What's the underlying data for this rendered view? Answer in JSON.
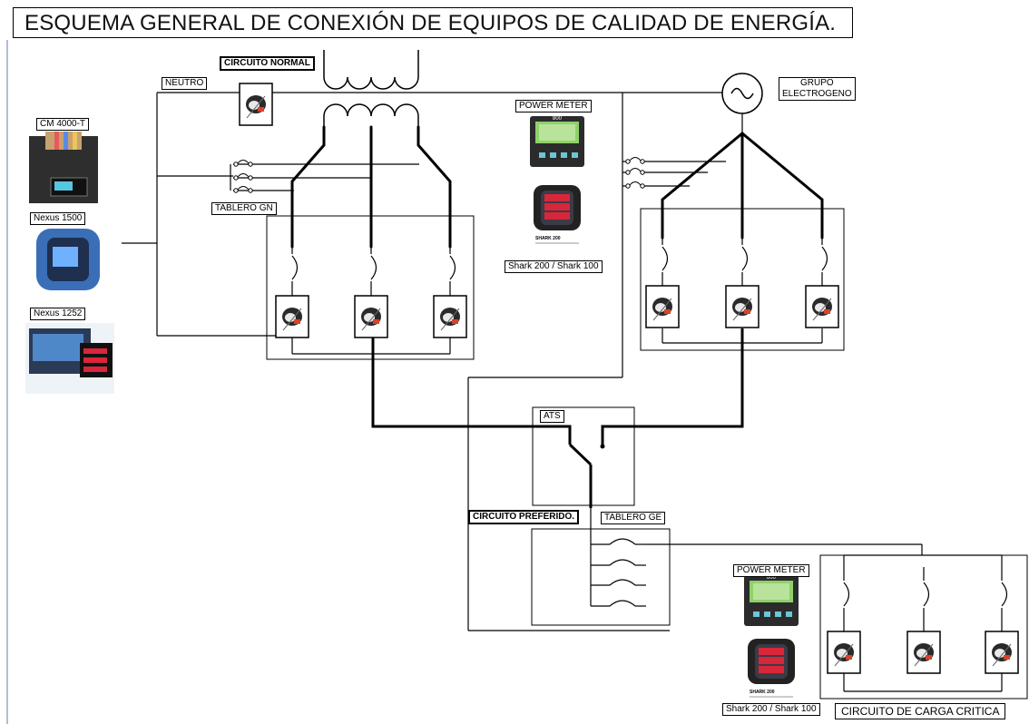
{
  "title": "ESQUEMA GENERAL DE CONEXIÓN DE EQUIPOS DE CALIDAD DE ENERGÍA.",
  "labels": {
    "circuito_normal": "CIRCUITO NORMAL",
    "neutro": "NEUTRO",
    "power_meter_1": "POWER METER",
    "grupo_electrogeno_1": "GRUPO",
    "grupo_electrogeno_2": "ELECTROGENO",
    "cm4000": "CM 4000-T",
    "nexus1500": "Nexus 1500",
    "nexus1252": "Nexus 1252",
    "tablero_gn": "TABLERO GN",
    "shark_1": "Shark 200 / Shark 100",
    "ats": "ATS",
    "circuito_preferido": "CIRCUITO PREFERIDO.",
    "tablero_ge": "TABLERO GE",
    "power_meter_2": "POWER METER",
    "shark_2": "Shark 200 / Shark 100",
    "circuito_carga_critica": "CIRCUITO DE CARGA CRITICA"
  },
  "device_text": {
    "pm_display": "800",
    "pm_display_2": "800",
    "shark_brand": "SHARK 200"
  },
  "colors": {
    "line": "#000000",
    "meter_body": "#2b2b2b",
    "meter_screen": "#8fd06a",
    "shark_red": "#d8263a",
    "nexus_blue": "#3a6fb7"
  }
}
